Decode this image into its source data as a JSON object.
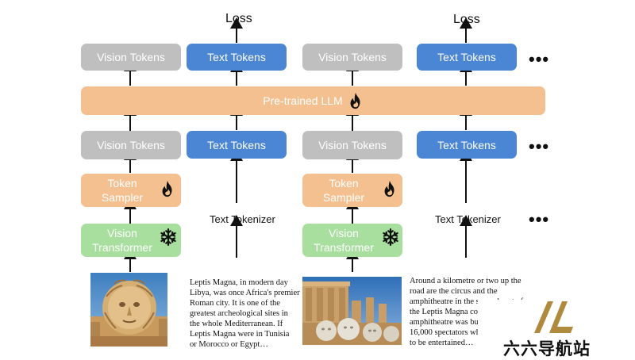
{
  "colors": {
    "vision_tokens": "#bfbfbf",
    "text_tokens": "#4a86d3",
    "llm": "#f5c08f",
    "token_sampler": "#f5c08f",
    "vision_transformer": "#a8df9f",
    "fire": "#111111",
    "snowflake": "#111111"
  },
  "labels": {
    "loss": "Loss",
    "vision_tokens": "Vision Tokens",
    "text_tokens": "Text Tokens",
    "llm": "Pre-trained LLM",
    "token_sampler_line1": "Token",
    "token_sampler_line2": "Sampler",
    "vision_transformer_line1": "Vision",
    "vision_transformer_line2": "Transformer",
    "text_tokenizer": "Text Tokenizer",
    "ellipsis": "•••"
  },
  "icons": {
    "trainable": "fire-icon",
    "frozen": "snowflake-icon"
  },
  "captions": [
    {
      "lines": [
        "Leptis Magna, in modern day",
        "Libya, was once Africa's premier",
        "Roman city. It is one of the",
        "greatest archeological sites in",
        "the whole Mediterranean. If",
        "Leptis Magna were in Tunisia",
        "or Morocco or Egypt…"
      ]
    },
    {
      "lines": [
        "Around a kilometre or two up the",
        "road are the circus and the",
        "amphitheatre in the second part of",
        "the Leptis Magna com",
        "amphitheatre was bui",
        "16,000 spectators wh",
        "to be entertained…"
      ]
    }
  ],
  "watermark": {
    "text": "六六导航站",
    "logo": "LL-logo"
  }
}
